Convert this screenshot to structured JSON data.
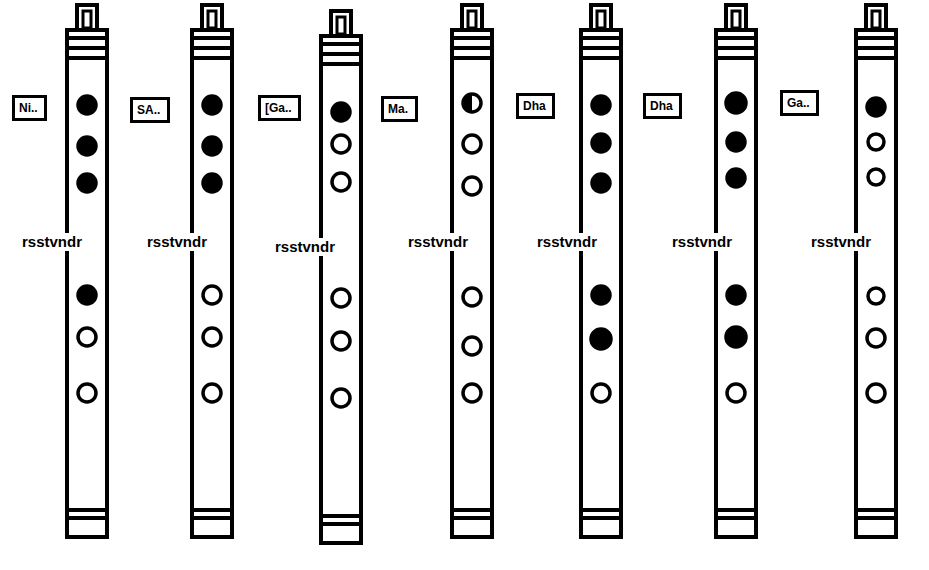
{
  "diagram": {
    "nodes": [
      {
        "text": [
          "Ni.."
        ]
      },
      {
        "text": [
          "SA.."
        ]
      },
      {
        "text": [
          "[Ga.."
        ]
      },
      {
        "text": [
          "Ma."
        ]
      },
      {
        "text": [
          "Dha"
        ]
      },
      {
        "text": [
          "Dha"
        ]
      },
      {
        "text": [
          "Ga.."
        ]
      }
    ],
    "labels": [
      "rsstvndr",
      "rsstvndr",
      "rsstvndr",
      "rsstvndr",
      "rsstvndr",
      "rsstvndr",
      "rsstvndr"
    ]
  }
}
